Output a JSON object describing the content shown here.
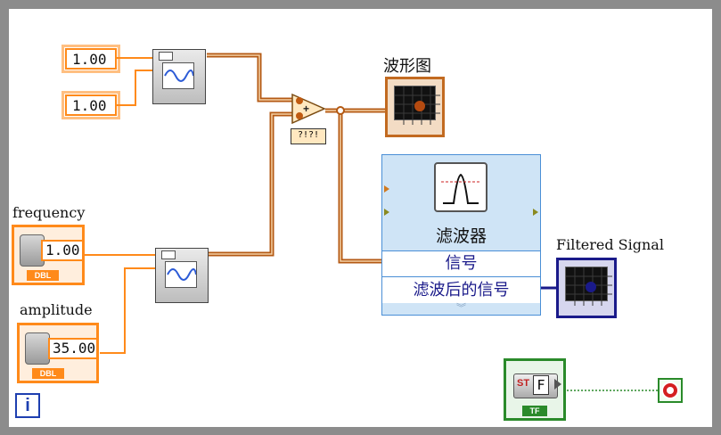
{
  "constants": {
    "const_1": "1.00",
    "const_2": "1.00"
  },
  "controls": {
    "frequency": {
      "label": "frequency",
      "value": "1.00",
      "type": "DBL"
    },
    "amplitude": {
      "label": "amplitude",
      "value": "35.00",
      "type": "DBL"
    }
  },
  "indicators": {
    "waveform_graph": {
      "label": "波形图"
    },
    "filtered_signal": {
      "label": "Filtered Signal"
    }
  },
  "filter_express_vi": {
    "title": "滤波器",
    "input_terminal": "信号",
    "output_terminal": "滤波后的信号"
  },
  "add_function": {
    "sub_label": "?!?!"
  },
  "boolean_node": {
    "text": "ST",
    "value": "F",
    "type": "TF"
  },
  "iteration_terminal": {
    "text": "i"
  },
  "colors": {
    "dbl_wire": "#ff8a1a",
    "waveform_wire": "#b45a14",
    "boolean_wire": "#2a8a2a",
    "express_vi_bg": "#cfe4f6",
    "frame": "#8c8c8c"
  }
}
